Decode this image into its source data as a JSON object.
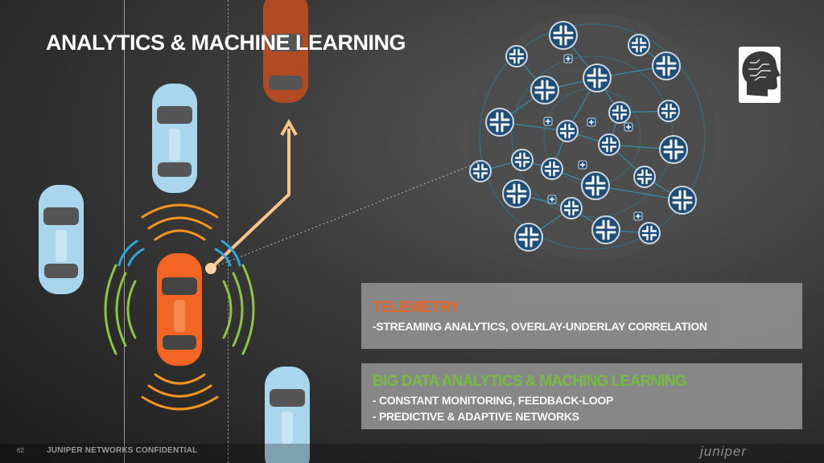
{
  "slide": {
    "title": "ANALYTICS & MACHINE LEARNING",
    "colors": {
      "accent_orange": "#f26522",
      "accent_green": "#7ac143",
      "accent_blue": "#29a8e0",
      "node_blue": "#1f4e79"
    }
  },
  "icons": [
    "car-icon",
    "network-node-icon",
    "brain-head-icon",
    "arrow-up-icon"
  ],
  "telemetry": {
    "title": "TELEMETRY",
    "lines": [
      "-STREAMING ANALYTICS, OVERLAY-UNDERLAY CORRELATION"
    ]
  },
  "big_data": {
    "title": "BIG DATA ANALYTICS & MACHING LEARNING",
    "lines": [
      "- CONSTANT MONITORING, FEEDBACK-LOOP",
      "- PREDICTIVE & ADAPTIVE NETWORKS"
    ]
  },
  "footer": {
    "page_number": "62",
    "confidential": "JUNIPER NETWORKS CONFIDENTIAL",
    "brand": "juniper"
  }
}
